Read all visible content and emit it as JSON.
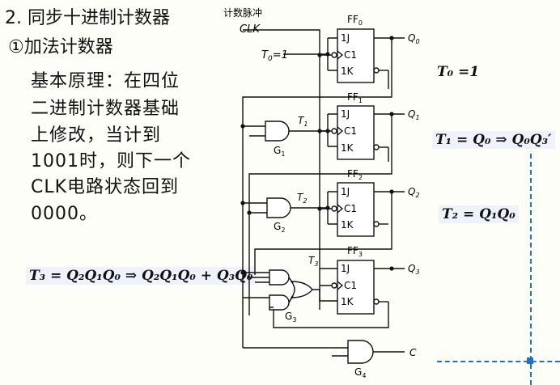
{
  "slide": {
    "heading": "2. 同步十进制计数器",
    "subheading": "①加法计数器",
    "body_lines": [
      "基本原理：在四位",
      "二进制计数器基础",
      "上修改，当计到",
      "1001时，则下一个",
      "CLK电路状态回到",
      "0000。"
    ]
  },
  "circuit": {
    "input_label": "计数脉冲",
    "clk_label": "CLK",
    "t0_label": "T",
    "t0_sub": "0",
    "t0_value": "=1",
    "flipflops": [
      {
        "name": "FF",
        "sub": "0",
        "pin_j": "1J",
        "pin_c": "C1",
        "pin_k": "1K",
        "output": "Q",
        "output_sub": "0"
      },
      {
        "name": "FF",
        "sub": "1",
        "pin_j": "1J",
        "pin_c": "C1",
        "pin_k": "1K",
        "output": "Q",
        "output_sub": "1"
      },
      {
        "name": "FF",
        "sub": "2",
        "pin_j": "1J",
        "pin_c": "C1",
        "pin_k": "1K",
        "output": "Q",
        "output_sub": "2"
      },
      {
        "name": "FF",
        "sub": "3",
        "pin_j": "1J",
        "pin_c": "C1",
        "pin_k": "1K",
        "output": "Q",
        "output_sub": "3"
      }
    ],
    "t_inputs": [
      {
        "label": "T",
        "sub": "1"
      },
      {
        "label": "T",
        "sub": "2"
      },
      {
        "label": "T",
        "sub": "3"
      }
    ],
    "gates": [
      {
        "label": "G",
        "sub": "1"
      },
      {
        "label": "G",
        "sub": "2"
      },
      {
        "label": "G",
        "sub": "3"
      },
      {
        "label": "G",
        "sub": "4"
      }
    ],
    "carry_output": "C"
  },
  "formulas": {
    "t0": "T₀ =1",
    "t1": "T₁ = Q₀ ⇒ Q₀Q₃′",
    "t2": "T₂ = Q₁Q₀",
    "t3": "T₃ = Q₂Q₁Q₀ ⇒ Q₂Q₁Q₀ + Q₃Q₀"
  },
  "colors": {
    "formula_highlight": "#eef2fb",
    "decoration": "#1a73c9",
    "ink": "#111111"
  }
}
